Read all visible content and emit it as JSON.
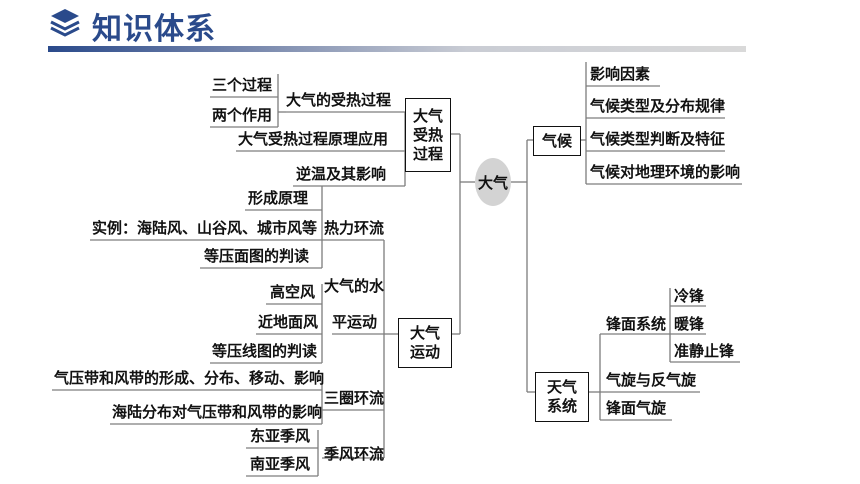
{
  "header": {
    "title": "知识体系",
    "icon": "layers-icon",
    "accent": "#2a4a8b"
  },
  "diagram": {
    "root": "大气",
    "left": {
      "b1": {
        "name_l1": "大气",
        "name_l2": "受热",
        "name_l3": "过程",
        "sub1": "大气的受热过程",
        "sub1_items": [
          "三个过程",
          "两个作用"
        ],
        "sub2": "大气受热过程原理应用",
        "sub3": "逆温及其影响"
      },
      "b2": {
        "name_l1": "大气",
        "name_l2": "运动",
        "s_thermal": "热力环流",
        "s_thermal_items": [
          "形成原理",
          "实例：海陆风、山谷风、城市风等",
          "等压面图的判读"
        ],
        "s_wind_l1": "大气的水",
        "s_wind_l2": "平运动",
        "s_wind_items": [
          "高空风",
          "近地面风",
          "等压线图的判读"
        ],
        "s_cells": "三圈环流",
        "s_cells_items": [
          "气压带和风带的形成、分布、移动、影响",
          "海陆分布对气压带和风带的影响"
        ],
        "s_monsoon": "季风环流",
        "s_monsoon_items": [
          "东亚季风",
          "南亚季风"
        ]
      }
    },
    "right": {
      "climate": {
        "name": "气候",
        "items": [
          "影响因素",
          "气候类型及分布规律",
          "气候类型判断及特征",
          "气候对地理环境的影响"
        ]
      },
      "weather": {
        "name_l1": "天气",
        "name_l2": "系统",
        "front": "锋面系统",
        "front_items": [
          "冷锋",
          "暖锋",
          "准静止锋"
        ],
        "cyclone": "气旋与反气旋",
        "front_cyclone": "锋面气旋"
      }
    }
  }
}
